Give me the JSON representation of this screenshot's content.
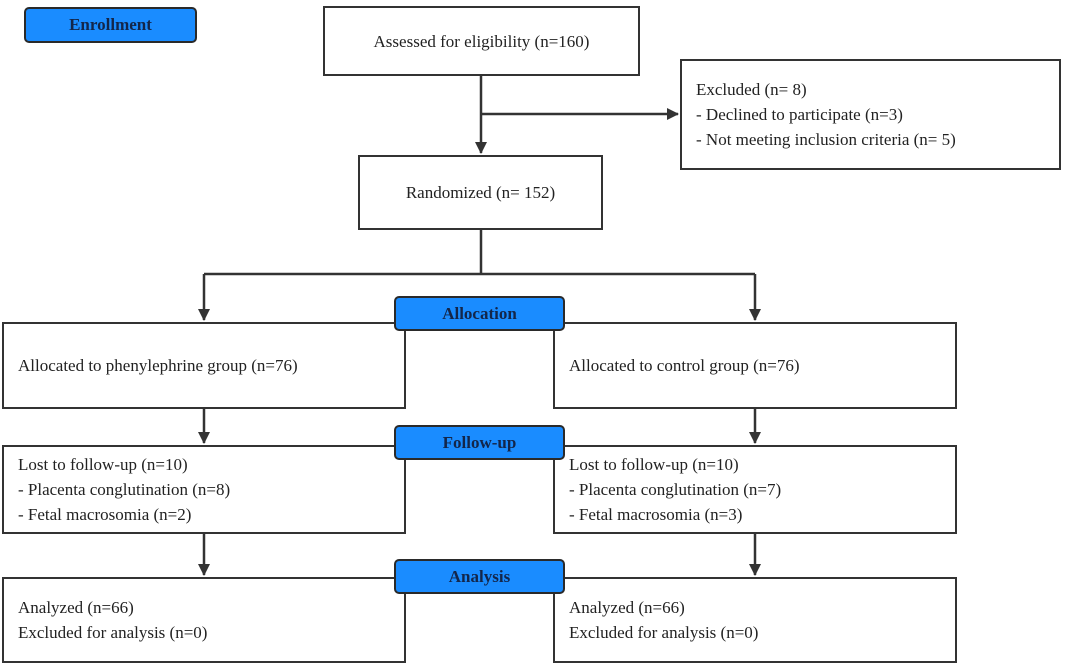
{
  "stages": {
    "enrollment": "Enrollment",
    "allocation": "Allocation",
    "follow_up": "Follow-up",
    "analysis": "Analysis"
  },
  "assessed": "Assessed for eligibility (n=160)",
  "excluded": {
    "title": "Excluded (n= 8)",
    "items": [
      "- Declined to participate (n=3)",
      "- Not meeting inclusion criteria (n= 5)"
    ]
  },
  "randomized": "Randomized (n= 152)",
  "left_arm": {
    "allocated": "Allocated to phenylephrine group (n=76)",
    "lost": {
      "title": "Lost to follow-up (n=10)",
      "items": [
        "- Placenta conglutination (n=8)",
        "- Fetal macrosomia (n=2)"
      ]
    },
    "analyzed": "Analyzed (n=66)",
    "excluded_analysis": "Excluded for analysis (n=0)"
  },
  "right_arm": {
    "allocated": "Allocated to control group (n=76)",
    "lost": {
      "title": "Lost to follow-up (n=10)",
      "items": [
        "- Placenta conglutination (n=7)",
        "- Fetal macrosomia (n=3)"
      ]
    },
    "analyzed": "Analyzed (n=66)",
    "excluded_analysis": "Excluded for analysis (n=0)"
  },
  "colors": {
    "stage_fill": "#1a8cff",
    "stage_text": "#13264a",
    "line": "#333333"
  }
}
